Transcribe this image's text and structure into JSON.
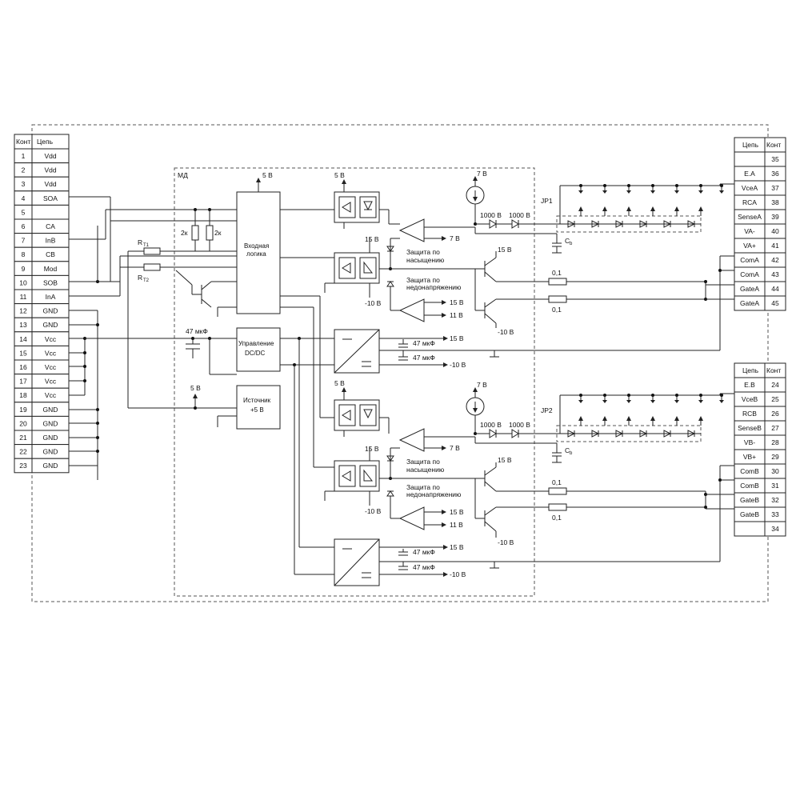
{
  "left_table": {
    "header": [
      "Конт",
      "Цепь"
    ],
    "rows": [
      [
        "1",
        "Vdd"
      ],
      [
        "2",
        "Vdd"
      ],
      [
        "3",
        "Vdd"
      ],
      [
        "4",
        "SOA"
      ],
      [
        "5",
        ""
      ],
      [
        "6",
        "CA"
      ],
      [
        "7",
        "InB"
      ],
      [
        "8",
        "CB"
      ],
      [
        "9",
        "Mod"
      ],
      [
        "10",
        "SOB"
      ],
      [
        "11",
        "InA"
      ],
      [
        "12",
        "GND"
      ],
      [
        "13",
        "GND"
      ],
      [
        "14",
        "Vcc"
      ],
      [
        "15",
        "Vcc"
      ],
      [
        "16",
        "Vcc"
      ],
      [
        "17",
        "Vcc"
      ],
      [
        "18",
        "Vcc"
      ],
      [
        "19",
        "GND"
      ],
      [
        "20",
        "GND"
      ],
      [
        "21",
        "GND"
      ],
      [
        "22",
        "GND"
      ],
      [
        "23",
        "GND"
      ]
    ]
  },
  "right_table_a": {
    "header": [
      "Цепь",
      "Конт"
    ],
    "rows": [
      [
        "",
        "35"
      ],
      [
        "E.A",
        "36"
      ],
      [
        "VceA",
        "37"
      ],
      [
        "RCA",
        "38"
      ],
      [
        "SenseA",
        "39"
      ],
      [
        "VA-",
        "40"
      ],
      [
        "VA+",
        "41"
      ],
      [
        "ComA",
        "42"
      ],
      [
        "ComA",
        "43"
      ],
      [
        "GateA",
        "44"
      ],
      [
        "GateA",
        "45"
      ]
    ]
  },
  "right_table_b": {
    "header": [
      "Цепь",
      "Конт"
    ],
    "rows": [
      [
        "E.B",
        "24"
      ],
      [
        "VceB",
        "25"
      ],
      [
        "RCB",
        "26"
      ],
      [
        "SenseB",
        "27"
      ],
      [
        "VB-",
        "28"
      ],
      [
        "VB+",
        "29"
      ],
      [
        "ComB",
        "30"
      ],
      [
        "ComB",
        "31"
      ],
      [
        "GateB",
        "32"
      ],
      [
        "GateB",
        "33"
      ],
      [
        "",
        "34"
      ]
    ]
  },
  "labels": {
    "module": "МД",
    "input_logic_1": "Входная",
    "input_logic_2": "логика",
    "dcdc_1": "Управление",
    "dcdc_2": "DC/DC",
    "source_1": "Источник",
    "source_2": "+5 В",
    "v5_top": "5 В",
    "v5_opto_a": "5 В",
    "v5_opto_b": "5 В",
    "v5_source": "5 В",
    "v7_a": "7 В",
    "v7_b": "7 В",
    "v7_ref_a": "7 В",
    "v7_ref_b": "7 В",
    "v15_a1": "15 В",
    "v15_a2": "15 В",
    "v15_a3": "15 В",
    "v15_a4": "15 В",
    "v15_b1": "15 В",
    "v15_b2": "15 В",
    "v15_b3": "15 В",
    "v15_b4": "15 В",
    "v11_a": "11 В",
    "v11_b": "11 В",
    "vm10_a1": "-10 В",
    "vm10_a2": "-10 В",
    "vm10_a3": "-10 В",
    "vm10_b1": "-10 В",
    "vm10_b2": "-10 В",
    "vm10_b3": "-10 В",
    "cap47_main": "47 мкФ",
    "cap47_a1": "47 мкФ",
    "cap47_a2": "47 мкФ",
    "cap47_b1": "47 мкФ",
    "cap47_b2": "47 мкФ",
    "res_2k_1": "2к",
    "res_2k_2": "2к",
    "rt1": "R",
    "rt1_sub": "Т1",
    "rt2": "R",
    "rt2_sub": "Т2",
    "d1000_a1": "1000 В",
    "d1000_a2": "1000 В",
    "d1000_b1": "1000 В",
    "d1000_b2": "1000 В",
    "jp1": "JP1",
    "jp2": "JP2",
    "cb_a": "C",
    "cb_a_sub": "b",
    "cb_b": "C",
    "cb_b_sub": "b",
    "sat_a_1": "Защита по",
    "sat_a_2": "насыщению",
    "uv_a_1": "Защита по",
    "uv_a_2": "недонапряжению",
    "sat_b_1": "Защита по",
    "sat_b_2": "насыщению",
    "uv_b_1": "Защита по",
    "uv_b_2": "недонапряжению",
    "r01_a1": "0,1",
    "r01_a2": "0,1",
    "r01_b1": "0,1",
    "r01_b2": "0,1"
  }
}
